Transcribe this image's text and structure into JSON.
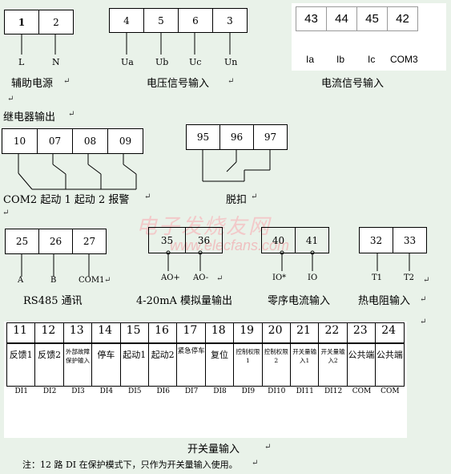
{
  "aux_power": {
    "terminals": [
      "1",
      "2"
    ],
    "labels": [
      "L",
      "N"
    ],
    "caption": "辅助电源"
  },
  "voltage_input": {
    "terminals": [
      "4",
      "5",
      "6",
      "3"
    ],
    "labels": [
      "Ua",
      "Ub",
      "Uc",
      "Un"
    ],
    "caption": "电压信号输入"
  },
  "current_input": {
    "terminals": [
      "43",
      "44",
      "45",
      "42"
    ],
    "labels": [
      "Ia",
      "Ib",
      "Ic",
      "COM3"
    ],
    "caption": "电流信号输入"
  },
  "relay_heading": "继电器输出",
  "relay_output": {
    "terminals": [
      "10",
      "07",
      "08",
      "09"
    ],
    "caption": "COM2 起动 1 起动 2 报警"
  },
  "trip": {
    "terminals": [
      "95",
      "96",
      "97"
    ],
    "caption": "脱扣"
  },
  "rs485": {
    "terminals": [
      "25",
      "26",
      "27"
    ],
    "labels": [
      "A",
      "B",
      "COM1"
    ],
    "caption": "RS485 通讯"
  },
  "analog_output": {
    "terminals": [
      "35",
      "36"
    ],
    "labels": [
      "AO+",
      "AO-"
    ],
    "caption": "4-20mA 模拟量输出"
  },
  "zero_seq": {
    "terminals": [
      "40",
      "41"
    ],
    "labels": [
      "IO*",
      "IO"
    ],
    "caption": "零序电流输入"
  },
  "thermal": {
    "terminals": [
      "32",
      "33"
    ],
    "labels": [
      "T1",
      "T2"
    ],
    "caption": "热电阻输入"
  },
  "watermark": "电子发烧友网 www.elecfans.com",
  "di_block": {
    "numbers": [
      "11",
      "12",
      "13",
      "14",
      "15",
      "16",
      "17",
      "18",
      "19",
      "20",
      "21",
      "22",
      "23",
      "24"
    ],
    "functions": [
      "反馈1",
      "反馈2",
      "外部故障保护输入",
      "停车",
      "起动1",
      "起动2",
      "紧急停车",
      "复位",
      "控制权限1",
      "控制权限2",
      "开关量输入1",
      "开关量输入2",
      "公共端",
      "公共端"
    ],
    "di_labels": [
      "DI1",
      "DI2",
      "DI3",
      "DI4",
      "DI5",
      "DI6",
      "DI7",
      "DI8",
      "DI9",
      "DI10",
      "DI11",
      "DI12",
      "COM",
      "COM"
    ],
    "caption": "开关量输入"
  },
  "note": "注：12 路 DI 在保护模式下，只作为开关量输入使用。"
}
